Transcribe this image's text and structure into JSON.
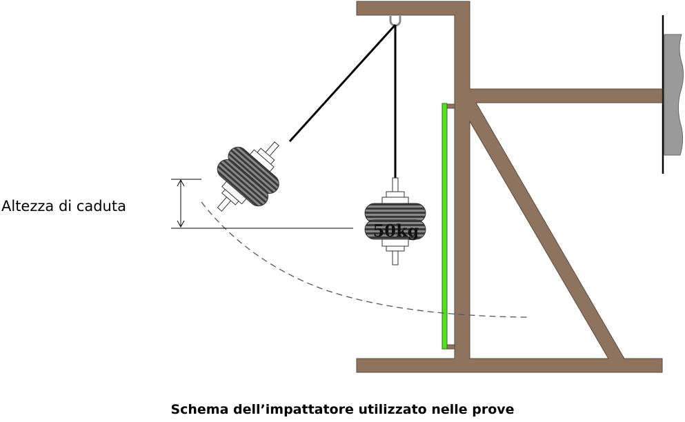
{
  "labels": {
    "drop_height": "Altezza di caduta",
    "mass": "50kg",
    "caption": "Schema dell’impattatore utilizzato nelle prove"
  },
  "colors": {
    "frame": "#8E735E",
    "plate": "#55DD22",
    "wall": "#9A9A9A",
    "weight": "#555555"
  }
}
